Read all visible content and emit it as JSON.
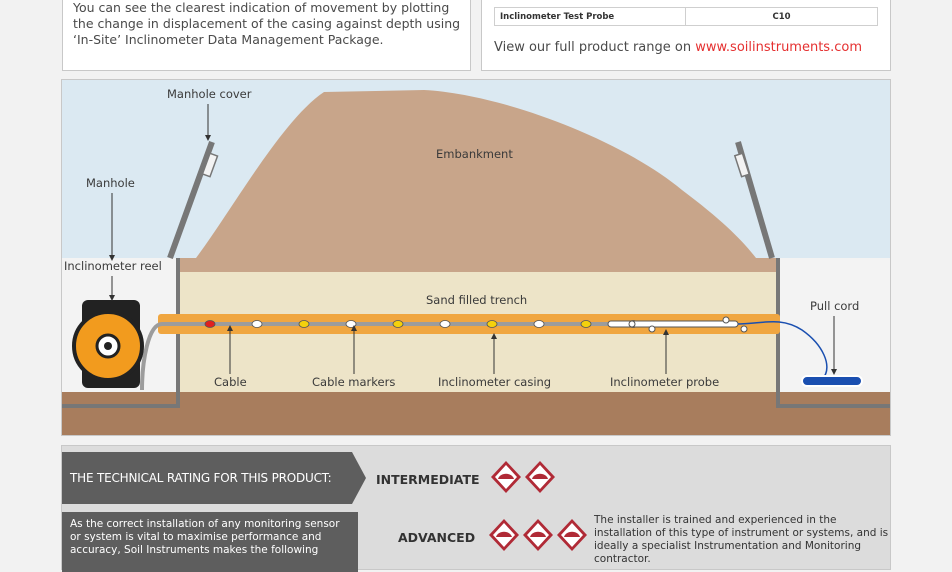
{
  "intro": {
    "text": "You can see the clearest indication of movement by plotting the change in displacement of the casing against depth using ‘In-Site’ Inclinometer Data Management Package."
  },
  "product_table": {
    "rows": [
      {
        "name": "Inclinometer Test Probe",
        "code": "C10"
      }
    ]
  },
  "range": {
    "prefix": "View our full product range on ",
    "link": "www.soilinstruments.com"
  },
  "diagram": {
    "labels": {
      "manhole_cover": "Manhole cover",
      "embankment": "Embankment",
      "manhole": "Manhole",
      "inclinometer_reel": "Inclinometer reel",
      "sand_filled_trench": "Sand filled trench",
      "pull_cord": "Pull cord",
      "cable": "Cable",
      "cable_markers": "Cable markers",
      "inclinometer_casing": "Inclinometer casing",
      "inclinometer_probe": "Inclinometer probe"
    },
    "colors": {
      "sky": "#dbe9f2",
      "embankment": "#c8a58a",
      "trench": "#ede4c8",
      "ground": "#a87d5d",
      "casing": "#f0a640",
      "reel": "#f29b1e"
    },
    "markers": [
      {
        "color": "#e02020"
      },
      {
        "color": "#ffffff"
      },
      {
        "color": "#f4d10c"
      },
      {
        "color": "#ffffff"
      },
      {
        "color": "#f4d10c"
      },
      {
        "color": "#ffffff"
      },
      {
        "color": "#f4d10c"
      },
      {
        "color": "#ffffff"
      },
      {
        "color": "#f4d10c"
      },
      {
        "color": "#ffffff"
      }
    ]
  },
  "rating": {
    "header": "THE TECHNICAL RATING FOR THIS PRODUCT:",
    "body": "As the correct installation of any monitoring sensor or system is vital to maximise performance and accuracy, Soil Instruments makes the following",
    "levels": [
      {
        "name": "INTERMEDIATE",
        "icons": 2
      },
      {
        "name": "ADVANCED",
        "icons": 3,
        "description": "The installer is trained and experienced in the installation of this type of instrument or systems, and is ideally a specialist Instrumentation and Monitoring contractor."
      }
    ],
    "icon_color": "#b02a36"
  }
}
